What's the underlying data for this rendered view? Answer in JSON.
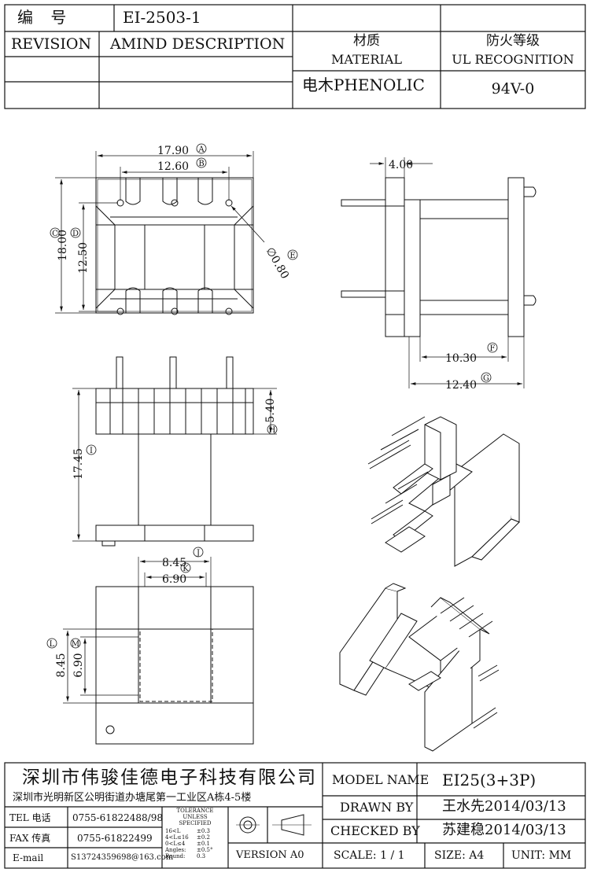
{
  "header": {
    "part_label": "编  号",
    "part_number": "EI-2503-1",
    "revision_label": "REVISION",
    "description_label": "AMIND DESCRIPTION",
    "material_label_cn": "材质",
    "material_label_en": "MATERIAL",
    "material_value": "电木PHENOLIC",
    "ul_label_cn": "防火等级",
    "ul_label_en": "UL RECOGNITION",
    "ul_value": "94V-0"
  },
  "dimensions": {
    "top_width": "17.90",
    "top_pin_span": "12.60",
    "top_height": "18.00",
    "top_inner_height": "12.50",
    "pin_hole": "∅0.80",
    "side_flange": "4.00",
    "side_inner": "10.30",
    "side_overall": "12.40",
    "front_height": "17.45",
    "front_flange": "5.40",
    "bottom_outer_w": "8.45",
    "bottom_inner_w": "6.90",
    "bottom_outer_h": "8.45",
    "bottom_inner_h": "6.90"
  },
  "markers": {
    "A": "A",
    "B": "B",
    "C": "C",
    "D": "D",
    "E": "E",
    "F": "F",
    "G": "G",
    "H": "H",
    "I": "I",
    "J": "J",
    "K": "K",
    "L": "L",
    "M": "M"
  },
  "footer": {
    "company_name": "深圳市伟骏佳德电子科技有限公司",
    "company_address": "深圳市光明新区公明街道办塘尾第一工业区A栋4-5楼",
    "tel_label": "TEL 电话",
    "tel_value": "0755-61822488/98",
    "fax_label": "FAX 传真",
    "fax_value": "0755-61822499",
    "email_label": "E-mail",
    "email_value": "S13724359698@163.com",
    "tolerance_title": "TOLERANCE UNLESS SPECIFIED",
    "tolerance_rows": [
      {
        "range": "16<L",
        "tol": "±0.3"
      },
      {
        "range": "4<L≤16",
        "tol": "±0.2"
      },
      {
        "range": "0<L≤4",
        "tol": "±0.1"
      },
      {
        "range": "Angles:",
        "tol": "±0.5°"
      },
      {
        "range": "Round:",
        "tol": "0.3"
      }
    ],
    "version_text": "VERSION A0",
    "model_label": "MODEL NAME",
    "model_value": "EI25(3+3P)",
    "drawn_label": "DRAWN BY",
    "drawn_value": "王水先2014/03/13",
    "checked_label": "CHECKED BY",
    "checked_value": "苏建稳2014/03/13",
    "scale_text": "SCALE: 1 / 1",
    "size_text": "SIZE: A4",
    "unit_text": "UNIT: MM"
  }
}
